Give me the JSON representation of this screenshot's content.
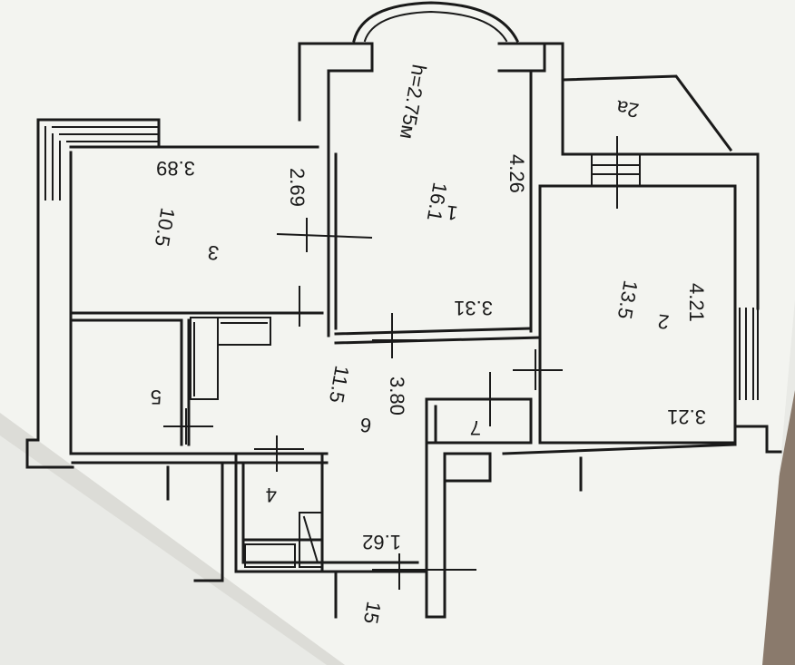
{
  "plan": {
    "ceiling_height": "h=2.75м",
    "rooms": [
      {
        "number": "1",
        "area": "16.1"
      },
      {
        "number": "2",
        "area": "13.5"
      },
      {
        "number": "3",
        "area": "10.5"
      },
      {
        "number": "6",
        "area": "11.5"
      },
      {
        "number": "4",
        "area": ""
      },
      {
        "number": "5",
        "area": ""
      },
      {
        "number": "7",
        "area": ""
      },
      {
        "number": "2a",
        "area": ""
      }
    ],
    "dimensions": {
      "room1_depth": "4.26",
      "room1_width": "3.31",
      "room3_width": "3.89",
      "room3_depth": "2.69",
      "room2_depth": "4.21",
      "room2_width": "3.21",
      "hall_length": "3.80",
      "bath_width": "1.62",
      "entry_mark": "15"
    }
  },
  "colors": {
    "paper": "#f1f2ee",
    "ink": "#1a1a1a",
    "background": "#8a7a6c"
  }
}
